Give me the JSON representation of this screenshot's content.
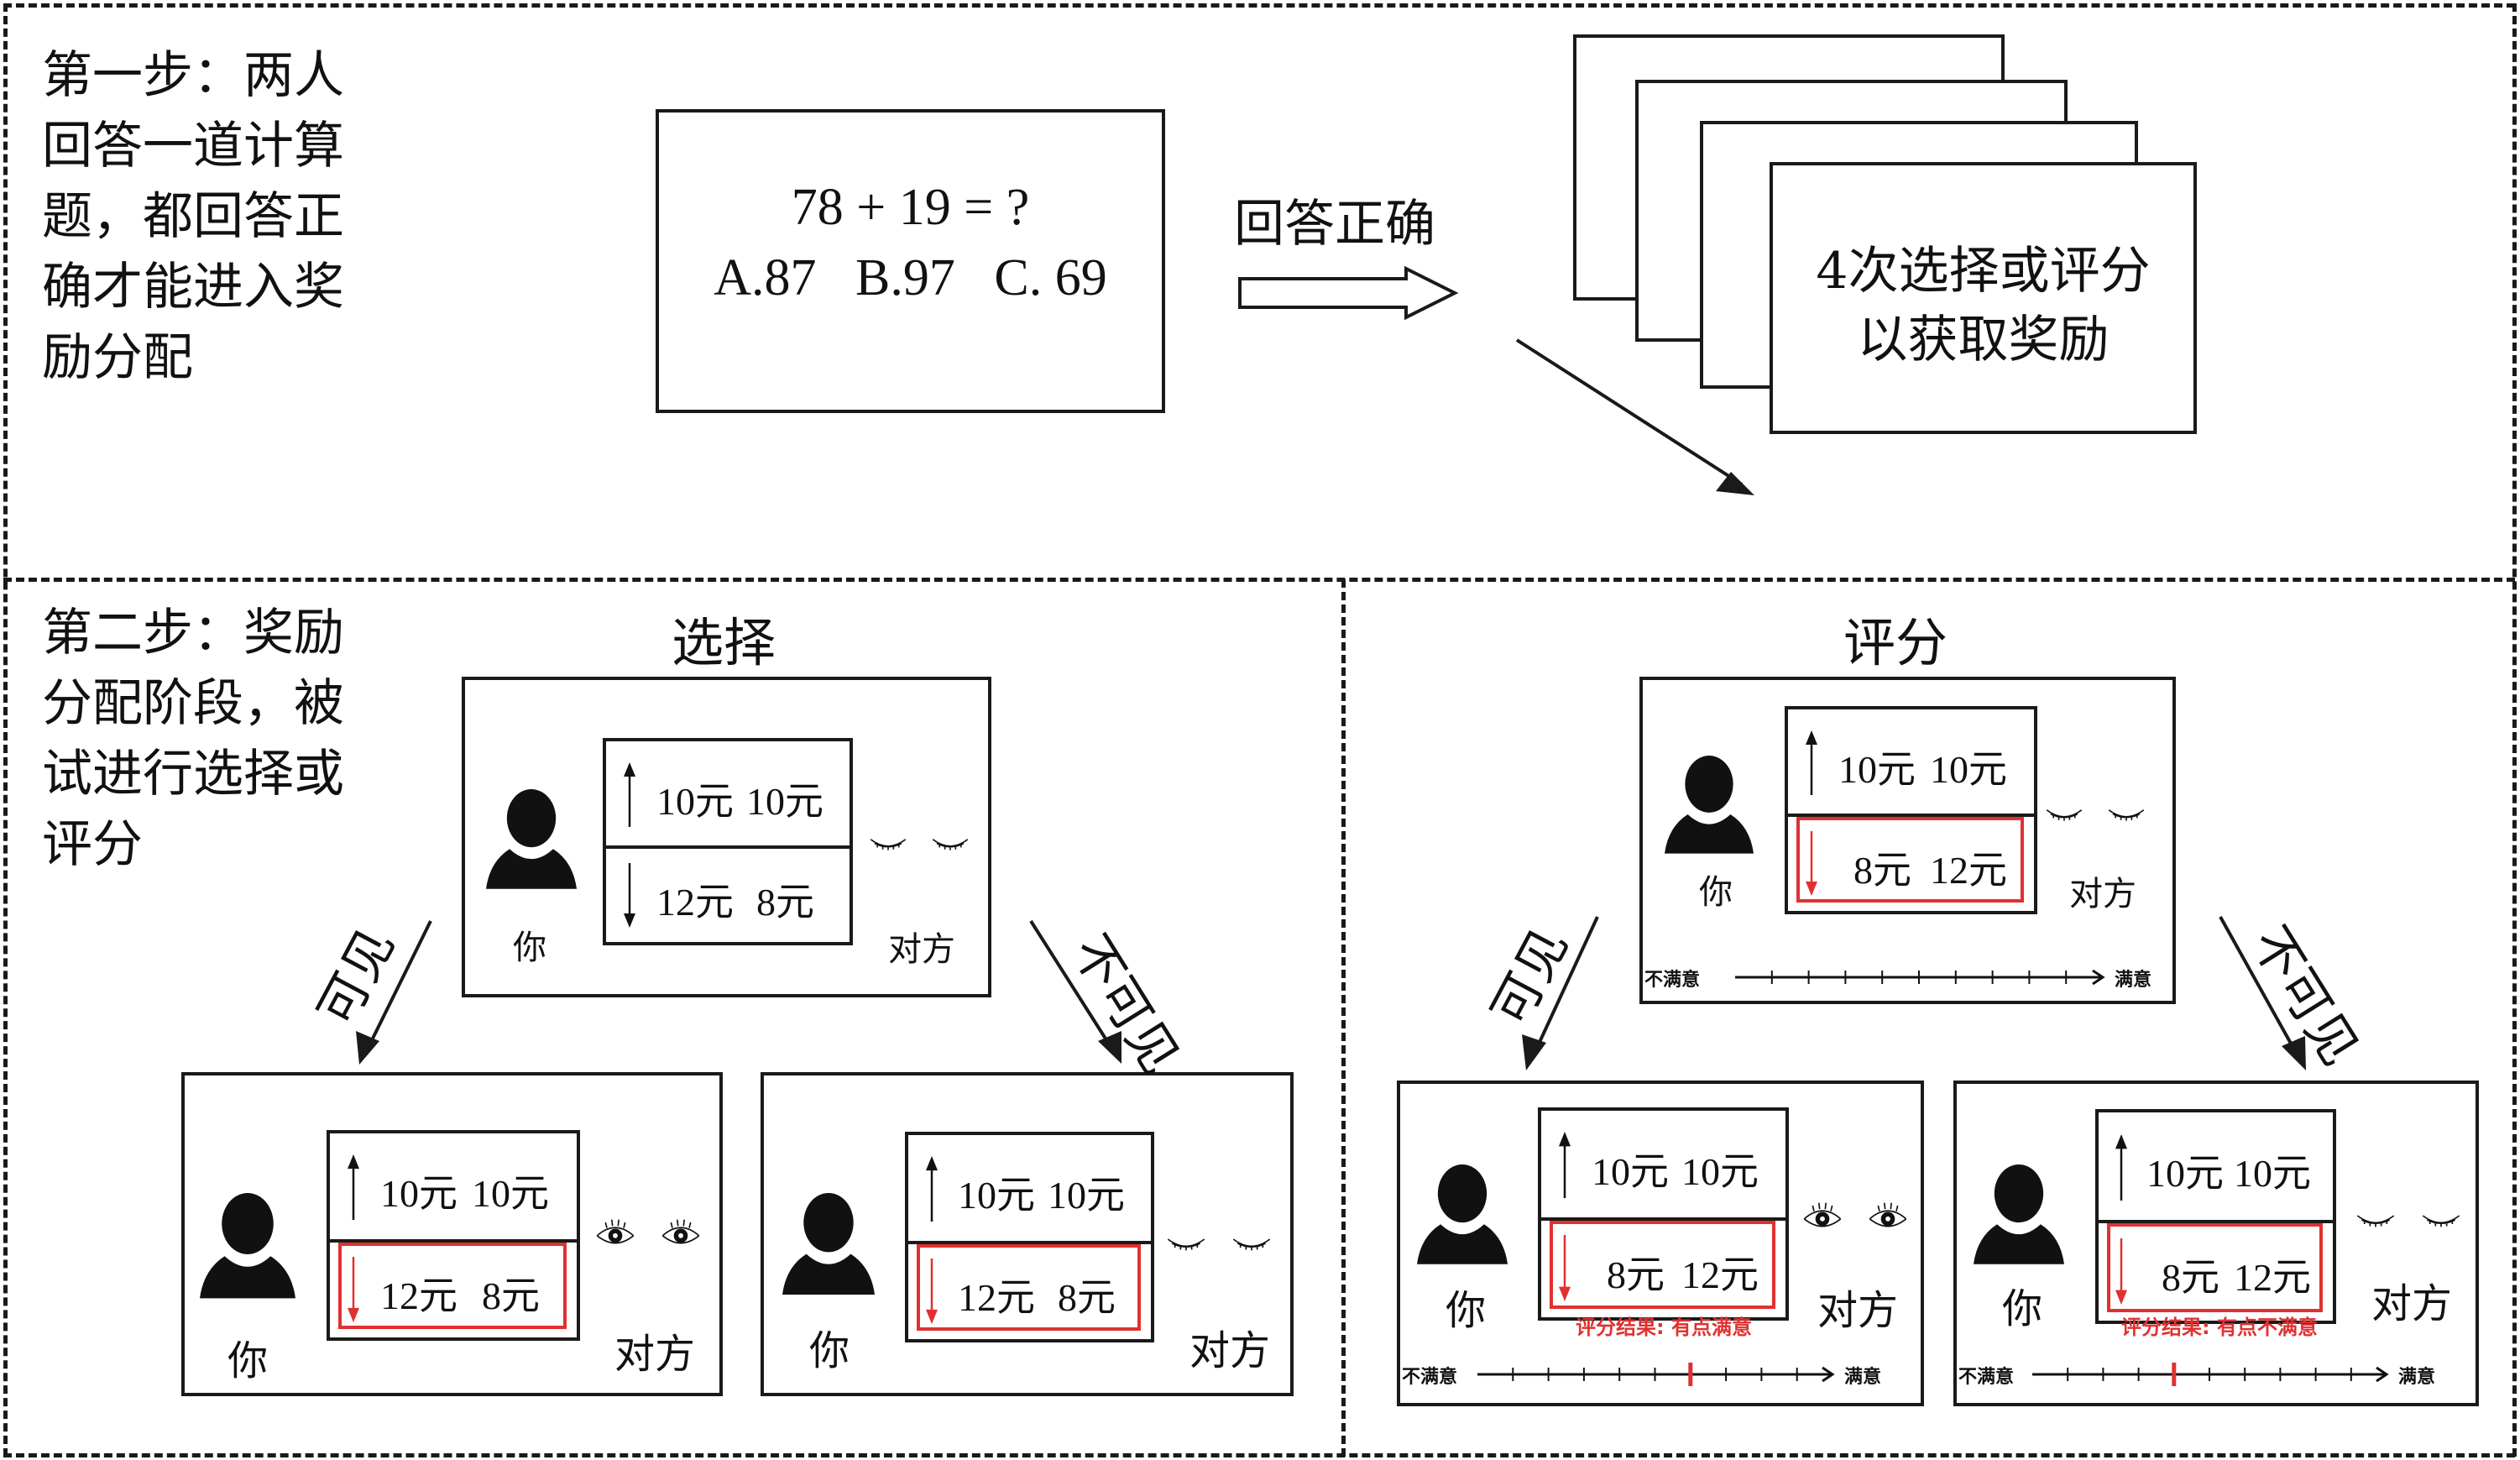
{
  "step1": {
    "lines": [
      "第一步：两人",
      "回答一道计算",
      "题，都回答正",
      "确才能进入奖",
      "励分配"
    ]
  },
  "question": {
    "equation": "78 + 19 = ?",
    "options": "A.87   B.97   C. 69"
  },
  "correct_label": "回答正确",
  "cards": {
    "count": 4,
    "lines": [
      "4次选择或评分",
      "以获取奖励"
    ]
  },
  "step2": {
    "lines": [
      "第二步：奖励",
      "分配阶段，被",
      "试进行选择或",
      "评分"
    ]
  },
  "choice": {
    "title": "选择",
    "top": {
      "option_up": {
        "self": "10元",
        "other": "10元"
      },
      "option_down": {
        "self": "12元",
        "other": "8元"
      },
      "you_label": "你",
      "other_label": "对方",
      "eyes": "closed"
    },
    "visible_label": "可见",
    "invisible_label": "不可见",
    "visible": {
      "option_up": {
        "self": "10元",
        "other": "10元"
      },
      "option_down": {
        "self": "12元",
        "other": "8元"
      },
      "selected": "down",
      "you_label": "你",
      "other_label": "对方",
      "eyes": "open"
    },
    "invisible": {
      "option_up": {
        "self": "10元",
        "other": "10元"
      },
      "option_down": {
        "self": "12元",
        "other": "8元"
      },
      "selected": "down",
      "you_label": "你",
      "other_label": "对方",
      "eyes": "closed"
    }
  },
  "rating": {
    "title": "评分",
    "scale_left": "不满意",
    "scale_right": "满意",
    "scale_ticks": 9,
    "top": {
      "option_up": {
        "self": "10元",
        "other": "10元"
      },
      "option_down": {
        "self": "8元",
        "other": "12元"
      },
      "selected": "down",
      "you_label": "你",
      "other_label": "对方",
      "eyes": "closed"
    },
    "visible_label": "可见",
    "invisible_label": "不可见",
    "visible": {
      "option_up": {
        "self": "10元",
        "other": "10元"
      },
      "option_down": {
        "self": "8元",
        "other": "12元"
      },
      "selected": "down",
      "you_label": "你",
      "other_label": "对方",
      "eyes": "open",
      "result": "评分结果: 有点满意",
      "marker_tick": 6
    },
    "invisible": {
      "option_up": {
        "self": "10元",
        "other": "10元"
      },
      "option_down": {
        "self": "8元",
        "other": "12元"
      },
      "selected": "down",
      "you_label": "你",
      "other_label": "对方",
      "eyes": "closed",
      "result": "评分结果: 有点不满意",
      "marker_tick": 4
    }
  },
  "colors": {
    "line": "#1a1a1a",
    "highlight": "#e03131"
  }
}
